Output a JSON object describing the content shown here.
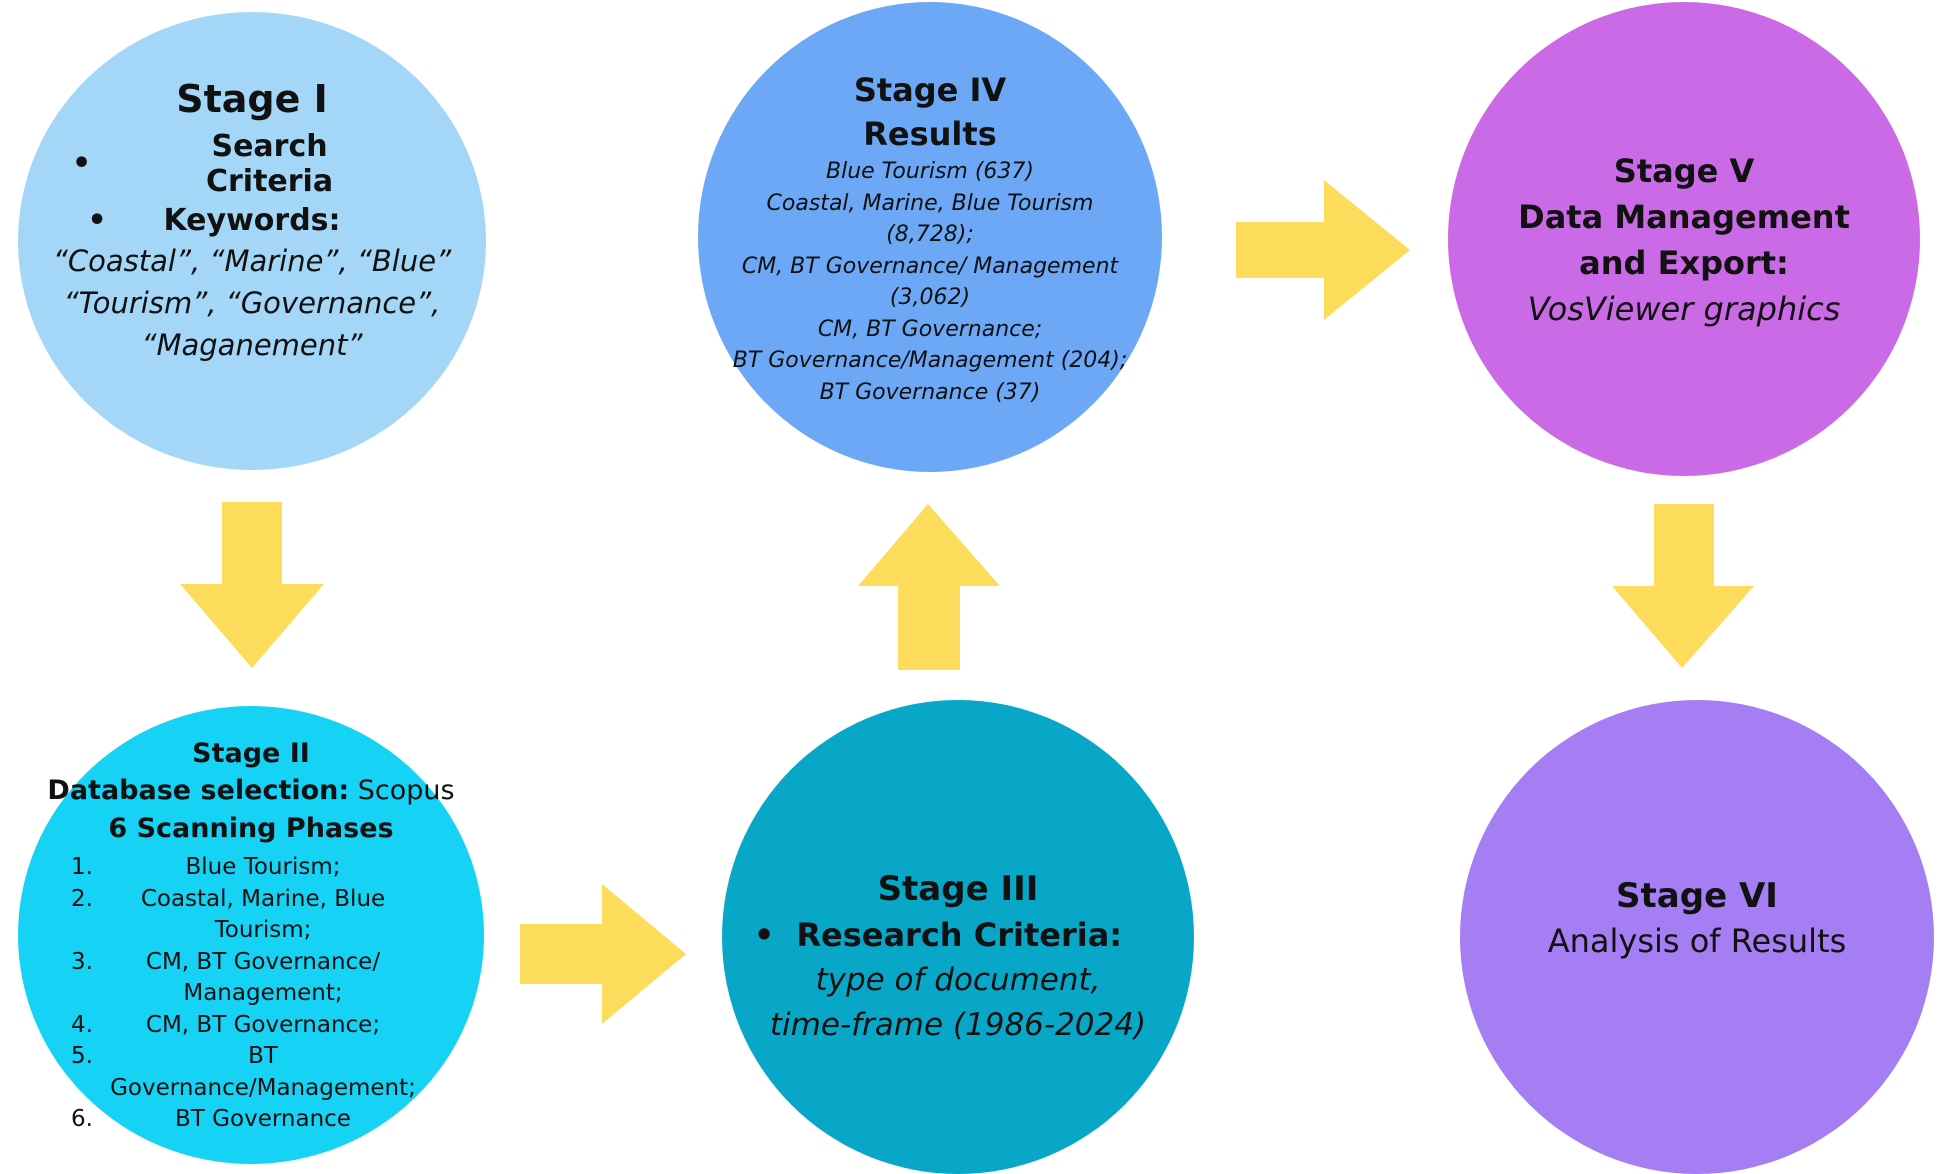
{
  "colors": {
    "stage1": "#a4d7f7",
    "stage2": "#16d2f4",
    "stage3": "#09a7c7",
    "stage4": "#6ca8f6",
    "stage5": "#cb6ae6",
    "stage6": "#a47ef2",
    "arrow": "#fddc5c"
  },
  "bullet_glyph": "•",
  "stage1": {
    "title": "Stage I",
    "bullets": [
      "Search Criteria",
      "Keywords:"
    ],
    "keywords": [
      "“Coastal”, “Marine”, “Blue”",
      "“Tourism”, “Governance”,",
      "“Maganement”"
    ]
  },
  "stage2": {
    "title": "Stage II",
    "database_label": "Database selection:",
    "database_value": " Scopus",
    "phases_heading": "6 Scanning Phases",
    "phases": [
      {
        "num": "1.",
        "text": "Blue Tourism;"
      },
      {
        "num": "2.",
        "text": "Coastal, Marine, Blue Tourism;"
      },
      {
        "num": "3.",
        "text": "CM, BT Governance/"
      },
      {
        "num": "",
        "text": "Management;"
      },
      {
        "num": "4.",
        "text": "CM, BT Governance;"
      },
      {
        "num": "5.",
        "text": "BT Governance/Management;"
      },
      {
        "num": "6.",
        "text": "BT Governance"
      }
    ]
  },
  "stage3": {
    "title": "Stage III",
    "bullet": "Research Criteria:",
    "criteria": [
      "type of document,",
      "time-frame (1986-2024)"
    ]
  },
  "stage4": {
    "title": "Stage IV",
    "subtitle": "Results",
    "results": [
      "Blue Tourism (637)",
      "Coastal, Marine, Blue Tourism",
      "(8,728);",
      "CM, BT Governance/ Management",
      "(3,062)",
      "CM, BT Governance;",
      "BT Governance/Management (204);",
      "BT Governance (37)"
    ]
  },
  "stage5": {
    "title_lines": [
      "Stage V",
      "Data Management",
      "and Export:"
    ],
    "subtitle": "VosViewer graphics"
  },
  "stage6": {
    "title": "Stage VI",
    "subtitle": "Analysis of Results"
  },
  "arrows": [
    {
      "from": "Stage I",
      "to": "Stage II",
      "direction": "down"
    },
    {
      "from": "Stage II",
      "to": "Stage III",
      "direction": "right"
    },
    {
      "from": "Stage III",
      "to": "Stage IV",
      "direction": "up"
    },
    {
      "from": "Stage IV",
      "to": "Stage V",
      "direction": "right"
    },
    {
      "from": "Stage V",
      "to": "Stage VI",
      "direction": "down"
    }
  ]
}
